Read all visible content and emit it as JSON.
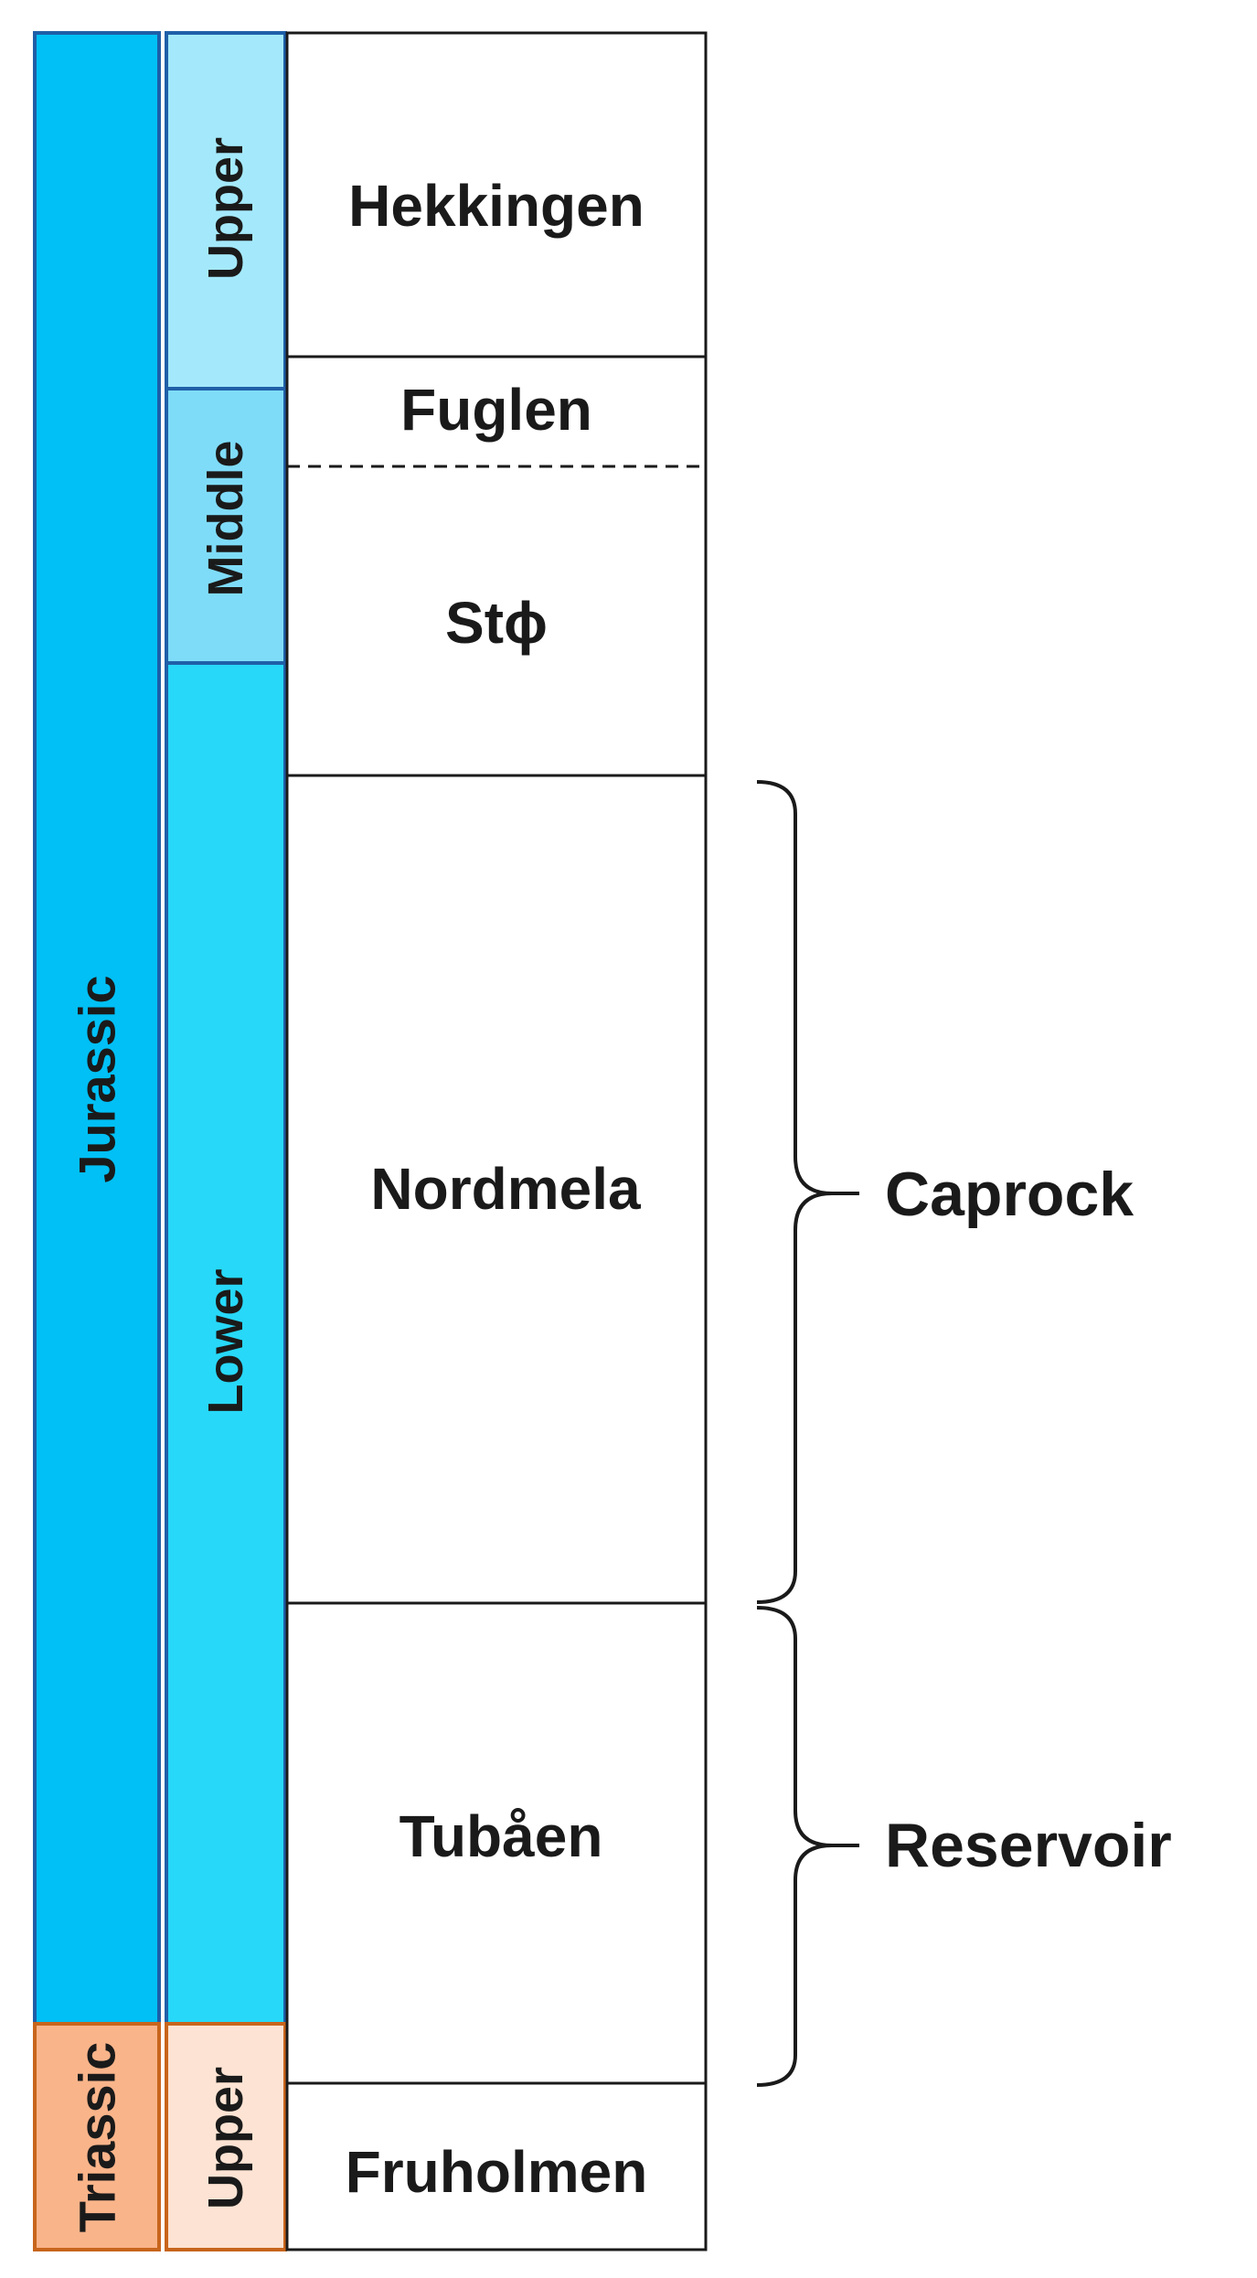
{
  "periods": [
    {
      "label": "Jurassic",
      "color": "#00c0f5",
      "stroke": "#1f5fa8"
    },
    {
      "label": "Triassic",
      "color": "#f9b48a",
      "stroke": "#c8651c"
    }
  ],
  "epochs": [
    {
      "label": "Upper",
      "color": "#a4e9fb",
      "stroke": "#1f5fa8"
    },
    {
      "label": "Middle",
      "color": "#7fdcf8",
      "stroke": "#1f5fa8"
    },
    {
      "label": "Lower",
      "color": "#27d8f8",
      "stroke": "#1f5fa8"
    },
    {
      "label": "Upper",
      "color": "#fde3d3",
      "stroke": "#c8651c"
    }
  ],
  "formations": [
    {
      "label": "Hekkingen"
    },
    {
      "label": "Fuglen"
    },
    {
      "label": "Stϕ"
    },
    {
      "label": "Nordmela"
    },
    {
      "label": "Tubåen"
    },
    {
      "label": "Fruholmen"
    }
  ],
  "brackets": [
    {
      "label": "Caprock"
    },
    {
      "label": "Reservoir"
    }
  ]
}
